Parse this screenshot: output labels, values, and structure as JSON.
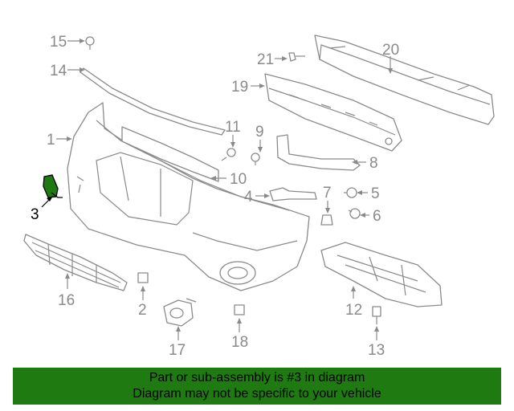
{
  "callouts": {
    "c1": "1",
    "c2": "2",
    "c3": "3",
    "c4": "4",
    "c5": "5",
    "c6": "6",
    "c7": "7",
    "c8": "8",
    "c9": "9",
    "c10": "10",
    "c11": "11",
    "c12": "12",
    "c13": "13",
    "c14": "14",
    "c15": "15",
    "c16": "16",
    "c17": "17",
    "c18": "18",
    "c19": "19",
    "c20": "20",
    "c21": "21"
  },
  "highlighted_part": "3",
  "colors": {
    "highlight_fill": "#1f7a12",
    "banner_bg": "#1f7a12",
    "line": "#8a8a8a"
  },
  "banner": {
    "line1": "Part or sub-assembly is #3 in diagram",
    "line2": "Diagram may not be specific to your vehicle"
  }
}
